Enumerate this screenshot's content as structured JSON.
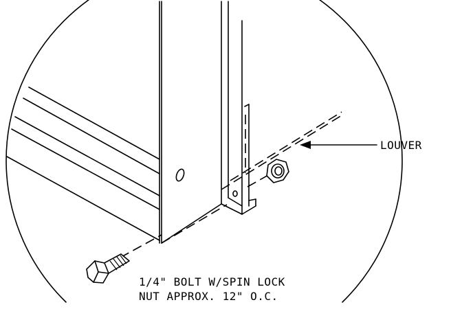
{
  "labels": {
    "louver": "LOUVER",
    "bolt_line1": "1/4\" BOLT W/SPIN LOCK",
    "bolt_line2": "NUT APPROX. 12\" O.C."
  }
}
